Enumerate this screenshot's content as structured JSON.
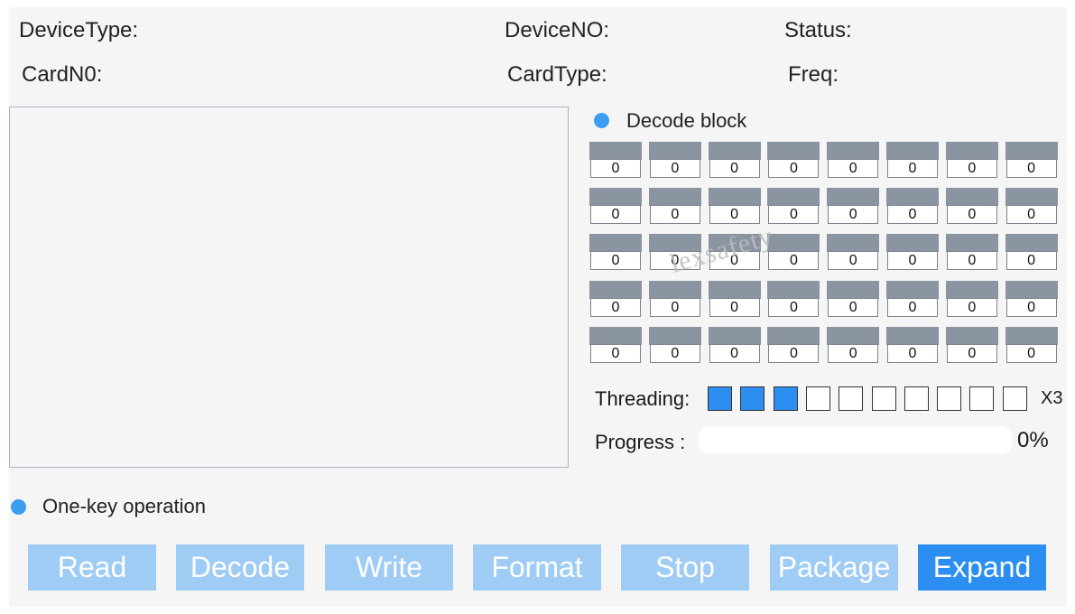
{
  "header": {
    "device_type_label": "DeviceType:",
    "device_no_label": "DeviceNO:",
    "status_label": "Status:",
    "card_no_label": "CardN0:",
    "card_type_label": "CardType:",
    "freq_label": "Freq:"
  },
  "decode": {
    "label": "Decode block",
    "rows": [
      [
        "0",
        "0",
        "0",
        "0",
        "0",
        "0",
        "0",
        "0"
      ],
      [
        "0",
        "0",
        "0",
        "0",
        "0",
        "0",
        "0",
        "0"
      ],
      [
        "0",
        "0",
        "0",
        "0",
        "0",
        "0",
        "0",
        "0"
      ],
      [
        "0",
        "0",
        "0",
        "0",
        "0",
        "0",
        "0",
        "0"
      ],
      [
        "0",
        "0",
        "0",
        "0",
        "0",
        "0",
        "0",
        "0"
      ]
    ]
  },
  "threading": {
    "label": "Threading:",
    "total": 10,
    "active": 3,
    "multiplier": "X3"
  },
  "progress": {
    "label": "Progress :",
    "fraction": 0,
    "value_text": "0%"
  },
  "one_key": {
    "label": "One-key operation"
  },
  "buttons": {
    "read": "Read",
    "decode": "Decode",
    "write": "Write",
    "format": "Format",
    "stop": "Stop",
    "package": "Package",
    "expand": "Expand"
  },
  "watermark": "lexsafety",
  "colors": {
    "accent": "#2b8ef0",
    "button_disabled": "#9fccf4",
    "dot": "#3d9df0",
    "cell_bar": "#8b94a1"
  }
}
